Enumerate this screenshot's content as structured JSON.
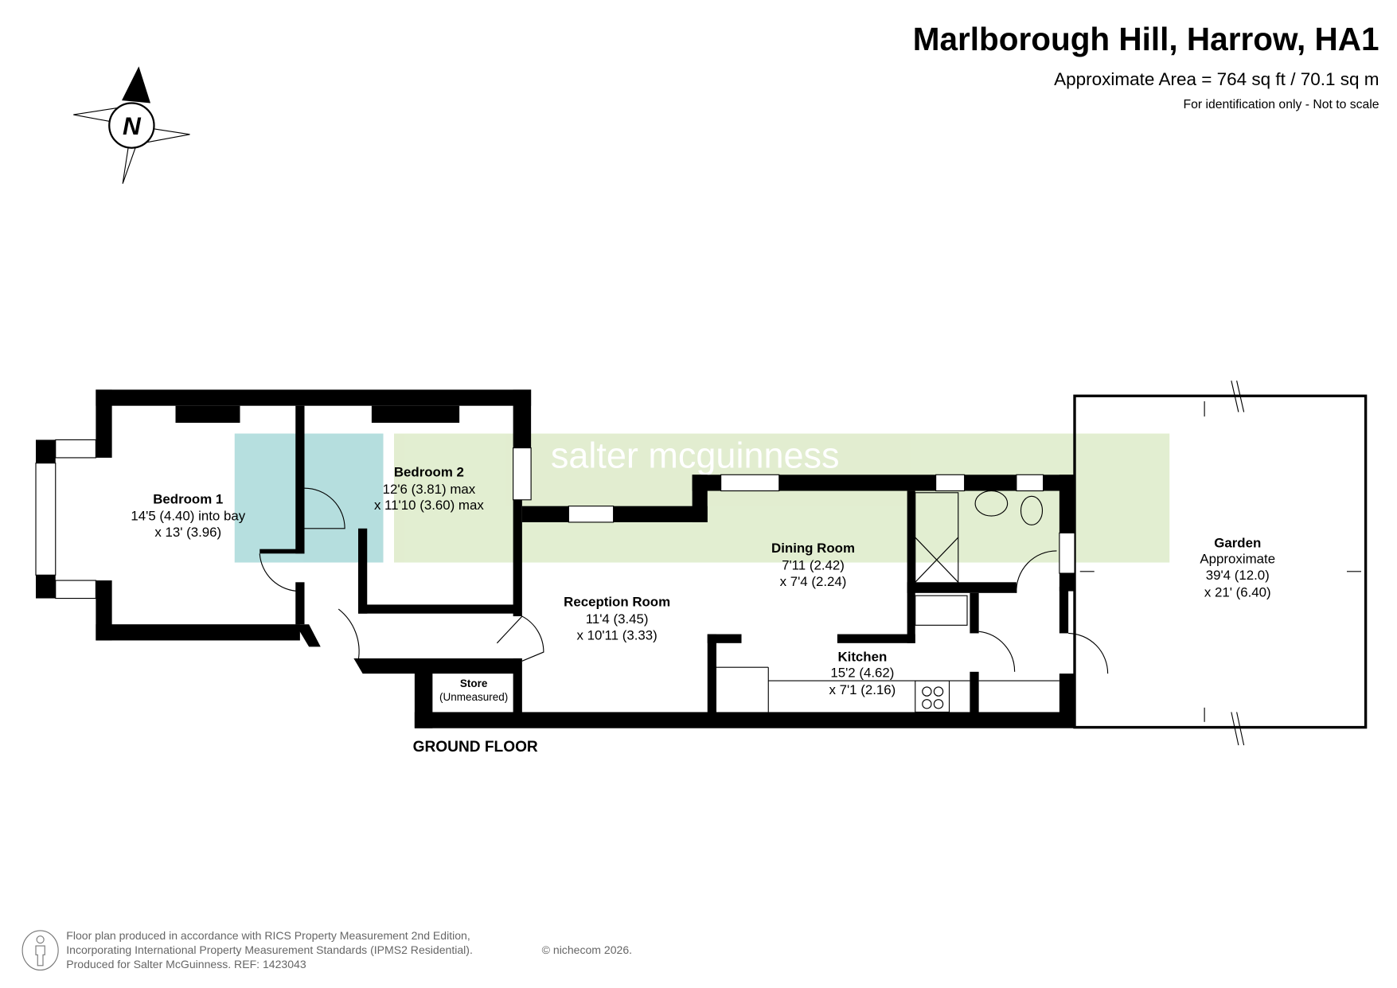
{
  "header": {
    "title": "Marlborough Hill, Harrow, HA1",
    "area": "Approximate Area = 764 sq ft / 70.1 sq m",
    "disclaimer": "For identification only - Not to scale"
  },
  "compass": {
    "label": "N"
  },
  "watermark": {
    "text": "salter mcguinness",
    "color_green": "#dfeccc",
    "color_teal": "#aedbdb"
  },
  "floor_label": "GROUND FLOOR",
  "rooms": {
    "bedroom1": {
      "name": "Bedroom 1",
      "dim1": "14'5 (4.40) into bay",
      "dim2": "x 13' (3.96)"
    },
    "bedroom2": {
      "name": "Bedroom 2",
      "dim1": "12'6 (3.81) max",
      "dim2": "x 11'10 (3.60) max"
    },
    "dining": {
      "name": "Dining Room",
      "dim1": "7'11 (2.42)",
      "dim2": "x 7'4 (2.24)"
    },
    "reception": {
      "name": "Reception Room",
      "dim1": "11'4 (3.45)",
      "dim2": "x 10'11 (3.33)"
    },
    "kitchen": {
      "name": "Kitchen",
      "dim1": "15'2 (4.62)",
      "dim2": "x 7'1 (2.16)"
    },
    "store": {
      "name": "Store",
      "dim1": "(Unmeasured)"
    },
    "garden": {
      "name": "Garden",
      "dim0": "Approximate",
      "dim1": "39'4 (12.0)",
      "dim2": "x 21' (6.40)"
    }
  },
  "footer": {
    "line1": "Floor plan produced in accordance with RICS Property Measurement 2nd Edition,",
    "line2": "Incorporating International Property Measurement Standards (IPMS2 Residential).",
    "copyright": "© nichecom 2026.",
    "line3": "Produced for Salter McGuinness.   REF: 1423043"
  }
}
